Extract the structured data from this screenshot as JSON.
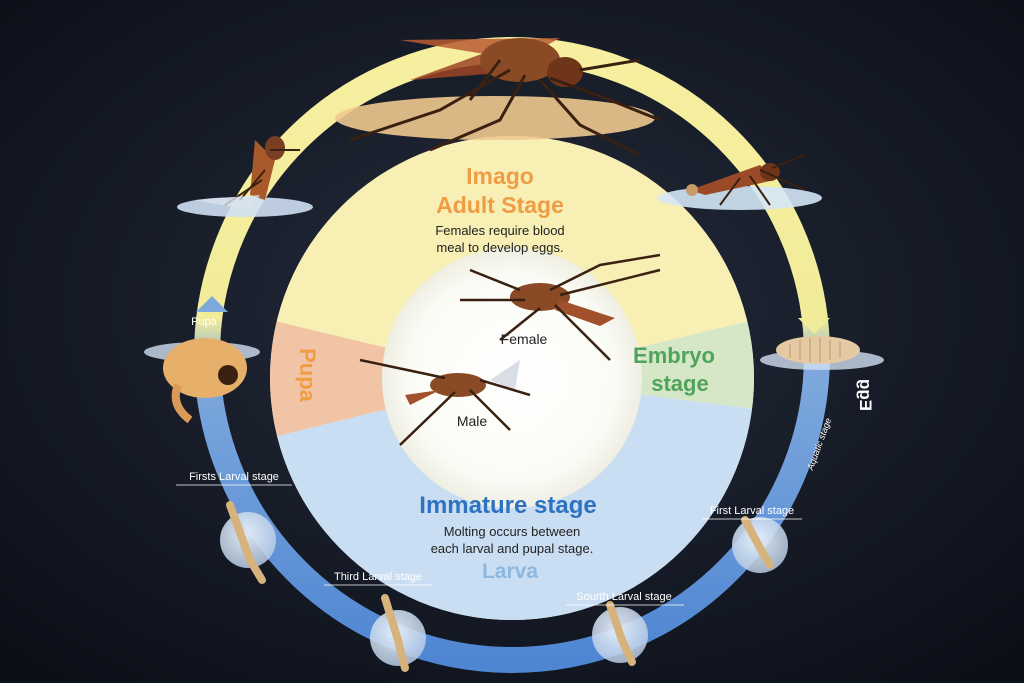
{
  "center": {
    "imago_title": "Imago",
    "adult_title": "Adult Stage",
    "adult_note_1": "Females require blood",
    "adult_note_2": "meal to develop eggs.",
    "female_label": "Female",
    "male_label": "Male",
    "pupa_sector": "Pupa",
    "embryo_line1": "Embryo",
    "embryo_line2": "stage",
    "immature_title": "Immature stage",
    "immature_note_1": "Molting occurs between",
    "immature_note_2": "each larval and pupal stage.",
    "larva_title": "Larva"
  },
  "ring_labels": {
    "pupa": "Pupa",
    "egg_mirrored": "Egg",
    "egg_small": "Aquatic stage",
    "firsts_larval": "Firsts Larval stage",
    "third_larval": "Third Larval stage",
    "sourth_larval": "Sourth Larval stage",
    "first_larval": "First Larval stage"
  },
  "colors": {
    "background": "#0f1420",
    "ring_yellow": "#f3ec9c",
    "ring_blue": "#5b8fd6",
    "adult_orange": "#ef9c45",
    "pupa_orange": "#ef9c45",
    "embryo_green": "#4fa35b",
    "immature_blue": "#2f72c0",
    "larva_blue": "#8db8e0",
    "mosquito_brown": "#7a3f22"
  },
  "icons": [
    "mosquito-adult-icon",
    "mosquito-emerging-icon",
    "mosquito-egg-laying-icon",
    "pupa-icon",
    "egg-raft-icon",
    "larva-icon"
  ]
}
